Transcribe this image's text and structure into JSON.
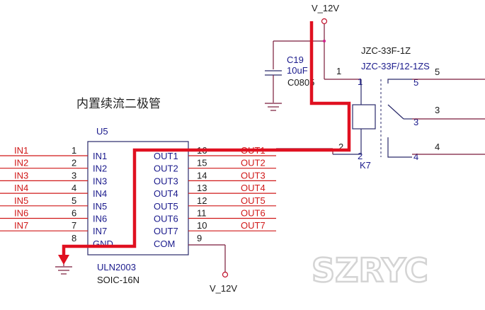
{
  "title_cn": "内置续流二极管",
  "watermark": "SZRYC",
  "supply": {
    "top_label": "V_12V",
    "bottom_label": "V_12V"
  },
  "capacitor": {
    "ref": "C19",
    "value": "10uF",
    "package": "C0805"
  },
  "relay": {
    "model_a": "JZC-33F-1Z",
    "model_b": "JZC-33F/12-1ZS",
    "ref": "K7",
    "coil_pins": [
      "1",
      "2"
    ],
    "contact_pins": [
      "5",
      "3",
      "4"
    ],
    "ext_pins": [
      "5",
      "3",
      "4"
    ],
    "coil_ext": {
      "p1": "1",
      "p2": "2"
    }
  },
  "ic": {
    "ref": "U5",
    "part": "ULN2003",
    "package": "SOIC-16N",
    "left_pins": [
      {
        "num": "1",
        "name": "IN1",
        "net": "IN1"
      },
      {
        "num": "2",
        "name": "IN2",
        "net": "IN2"
      },
      {
        "num": "3",
        "name": "IN3",
        "net": "IN3"
      },
      {
        "num": "4",
        "name": "IN4",
        "net": "IN4"
      },
      {
        "num": "5",
        "name": "IN5",
        "net": "IN5"
      },
      {
        "num": "6",
        "name": "IN6",
        "net": "IN6"
      },
      {
        "num": "7",
        "name": "IN7",
        "net": "IN7"
      },
      {
        "num": "8",
        "name": "GND",
        "net": ""
      }
    ],
    "right_pins": [
      {
        "num": "16",
        "name": "OUT1",
        "net": "OUT1"
      },
      {
        "num": "15",
        "name": "OUT2",
        "net": "OUT2"
      },
      {
        "num": "14",
        "name": "OUT3",
        "net": "OUT3"
      },
      {
        "num": "13",
        "name": "OUT4",
        "net": "OUT4"
      },
      {
        "num": "12",
        "name": "OUT5",
        "net": "OUT5"
      },
      {
        "num": "11",
        "name": "OUT6",
        "net": "OUT6"
      },
      {
        "num": "10",
        "name": "OUT7",
        "net": "OUT7"
      },
      {
        "num": "9",
        "name": "COM",
        "net": ""
      }
    ]
  }
}
